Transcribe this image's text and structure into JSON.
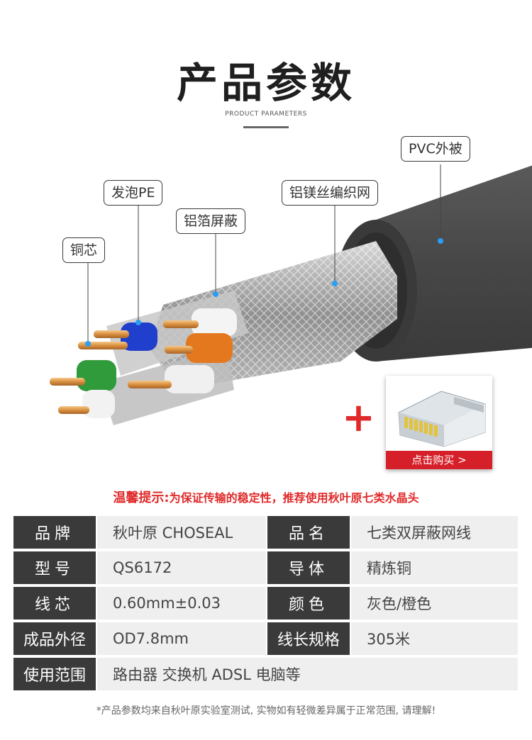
{
  "header": {
    "title": "产品参数",
    "subtitle": "PRODUCT PARAMETERS"
  },
  "callouts": {
    "pvc": "PVC外被",
    "braid": "铝镁丝编织网",
    "foam": "发泡PE",
    "foil": "铝箔屏蔽",
    "core": "铜芯"
  },
  "connector": {
    "buy_label": "点击购买 >",
    "plus": "+"
  },
  "tip": {
    "lead": "温馨提示:",
    "text": "为保证传输的稳定性，推荐使用秋叶原七类水晶头"
  },
  "specs": {
    "rows": [
      {
        "label1": "品牌",
        "value1": "秋叶原 CHOSEAL",
        "label2": "品名",
        "value2": "七类双屏蔽网线"
      },
      {
        "label1": "型号",
        "value1": "QS6172",
        "label2": "导体",
        "value2": "精炼铜"
      },
      {
        "label1": "线芯",
        "value1": "0.60mm±0.03",
        "label2": "颜色",
        "value2": "灰色/橙色"
      },
      {
        "label1": "成品外径",
        "value1": "OD7.8mm",
        "label2": "线长规格",
        "value2": "305米"
      }
    ],
    "last": {
      "label": "使用范围",
      "value": "路由器 交换机 ADSL 电脑等"
    }
  },
  "footnote": "*产品参数均来自秋叶原实验室测试, 实物如有轻微差异属于正常范围, 请理解!",
  "colors": {
    "accent_red": "#d62029",
    "label_bg": "#3a3a3a",
    "value_bg": "#efefef",
    "cable_jacket": "#4a4a4a",
    "pointer_dot": "#2a9df4"
  }
}
